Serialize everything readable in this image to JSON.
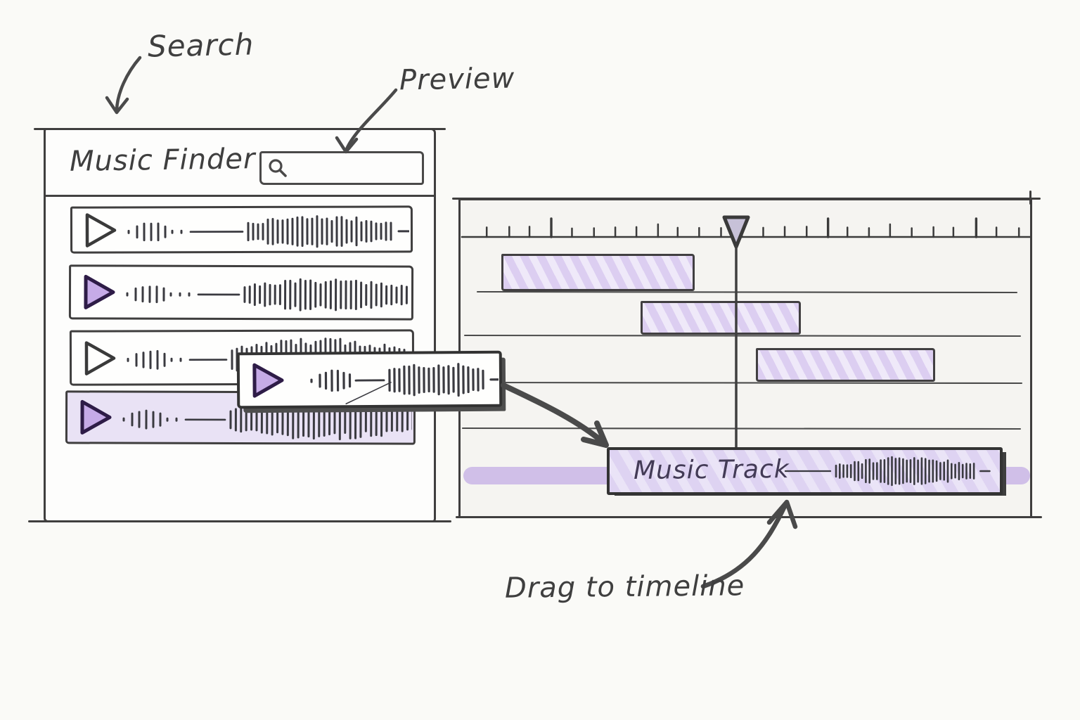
{
  "colors": {
    "ink": "#3c3c3c",
    "purple_play_fill": "#c6abe7",
    "purple_play_stroke": "#2e1c47",
    "purple_block": "#dccef1",
    "purple_row_selected": "#e9e2f5",
    "purple_lane_band": "#c9b5e6",
    "clip_fill": "#ded3f2",
    "playhead_fill": "#c7c1d8",
    "timeline_bg": "#f5f4f1",
    "page_bg": "#fafaf7"
  },
  "annotations": {
    "search": "Search",
    "preview": "Preview",
    "drag_to_timeline": "Drag to timeline"
  },
  "music_finder": {
    "title": "Music Finder",
    "search_input": {
      "value": "",
      "placeholder": ""
    },
    "tracks": [
      {
        "play_highlight": false,
        "selected": false
      },
      {
        "play_highlight": true,
        "selected": false
      },
      {
        "play_highlight": false,
        "selected": false
      },
      {
        "play_highlight": true,
        "selected": true
      }
    ]
  },
  "drag_preview_card": {
    "play_highlight": true,
    "dragging": true
  },
  "timeline": {
    "placeholder_clips": [
      {
        "lane": 1
      },
      {
        "lane": 2
      },
      {
        "lane": 3
      }
    ],
    "music_clip": {
      "label": "Music Track"
    }
  },
  "icons": {
    "search": "magnifier",
    "play": "play-triangle",
    "playhead": "down-triangle-marker"
  }
}
